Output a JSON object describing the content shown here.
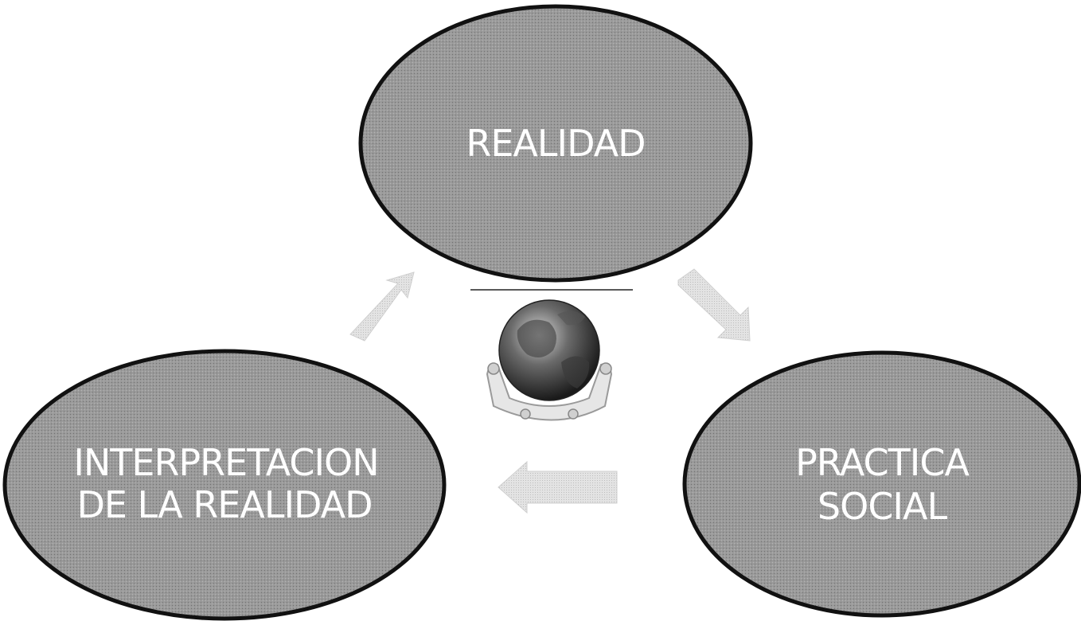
{
  "diagram": {
    "nodes": {
      "top": {
        "lines": [
          "REALIDAD"
        ]
      },
      "left": {
        "lines": [
          "INTERPRETACION",
          "DE LA REALIDAD"
        ]
      },
      "right": {
        "lines": [
          "PRACTICA",
          "SOCIAL"
        ]
      }
    },
    "center_icon": "globe-in-hands-icon",
    "arrow_icon": "cycle-arrow-icon",
    "colors": {
      "ellipse_fill": "#8e8e8e",
      "ellipse_outline": "#111111",
      "label": "#ffffff",
      "arrow": "#d9d9d9",
      "background": "#ffffff"
    }
  }
}
